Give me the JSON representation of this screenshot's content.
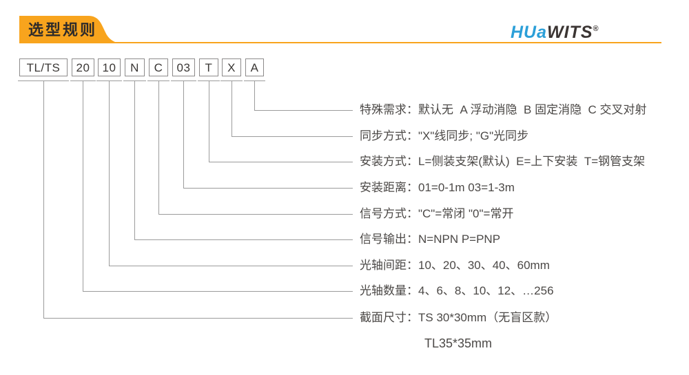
{
  "header": {
    "title": "选型规则",
    "logo": {
      "part1": "HUa",
      "part2": "WITS",
      "registered": "®"
    },
    "accent_color": "#F8A41D",
    "logo_blue_color": "#2B9FD8",
    "logo_dark_color": "#3B3533"
  },
  "model_code": {
    "segments": [
      {
        "code": "TL/TS"
      },
      {
        "code": "20"
      },
      {
        "code": "10"
      },
      {
        "code": "N"
      },
      {
        "code": "C"
      },
      {
        "code": "03"
      },
      {
        "code": "T"
      },
      {
        "code": "X"
      },
      {
        "code": "A"
      }
    ]
  },
  "rows": [
    {
      "label": "特殊需求：",
      "value": "默认无  A 浮动消隐  B 固定消隐  C 交叉对射"
    },
    {
      "label": "同步方式：",
      "value": "\"X\"线同步; \"G\"光同步"
    },
    {
      "label": "安装方式：",
      "value": "L=侧装支架(默认)  E=上下安装  T=钢管支架"
    },
    {
      "label": "安装距离：",
      "value": "01=0-1m 03=1-3m"
    },
    {
      "label": "信号方式：",
      "value": "\"C\"=常闭 \"0\"=常开"
    },
    {
      "label": "信号输出：",
      "value": "N=NPN P=PNP"
    },
    {
      "label": "光轴间距：",
      "value": "10、20、30、40、60mm"
    },
    {
      "label": "光轴数量：",
      "value": "4、6、8、10、12、…256"
    },
    {
      "label": "截面尺寸：",
      "value": "TS 30*30mm（无盲区款）",
      "value2": "TL35*35mm"
    }
  ],
  "colors": {
    "connector_line": "#9B9B9B",
    "text": "#4B4846",
    "box_border": "#8C8A8A",
    "banner_text": "#2E2B2A"
  }
}
